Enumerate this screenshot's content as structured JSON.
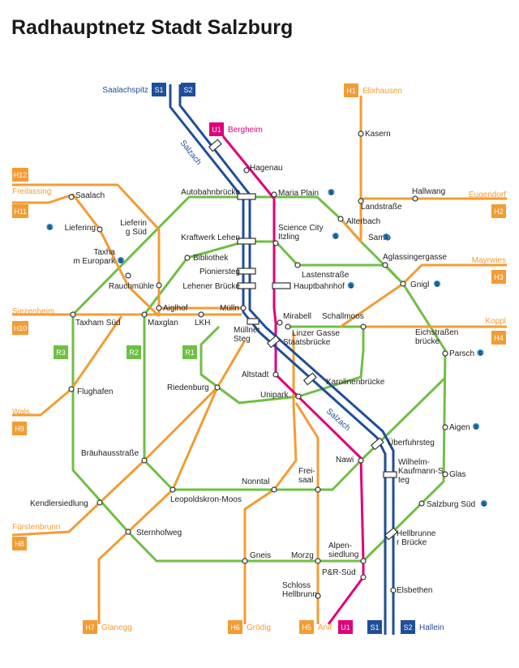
{
  "title": "Radhauptnetz Stadt Salzburg",
  "colors": {
    "green": "#6fbf44",
    "orange": "#f39c33",
    "magenta": "#e0007a",
    "blue": "#1f4e9a",
    "river": "#1f4e9a",
    "stop_fill": "#ffffff",
    "stop_stroke": "#333333",
    "station_icon": "#2a8fd0"
  },
  "icons": {
    "station": "s-bahn-station-icon"
  },
  "river": {
    "name": "Salzach"
  },
  "route_badges": [
    {
      "code": "S1",
      "label": "Saalachspitz",
      "kind": "blue"
    },
    {
      "code": "S2",
      "label": "",
      "kind": "blue"
    },
    {
      "code": "U1",
      "label": "Bergheim",
      "kind": "magenta"
    },
    {
      "code": "H1",
      "label": "Elixhausen",
      "kind": "orange"
    },
    {
      "code": "H2",
      "label": "Eugendorf",
      "kind": "orange"
    },
    {
      "code": "H3",
      "label": "Mayrwies",
      "kind": "orange"
    },
    {
      "code": "H4",
      "label": "Koppl",
      "kind": "orange"
    },
    {
      "code": "H12",
      "label": "Freilassing",
      "kind": "orange"
    },
    {
      "code": "H11",
      "label": "",
      "kind": "orange"
    },
    {
      "code": "H10",
      "label": "Siezenheim",
      "kind": "orange"
    },
    {
      "code": "H9",
      "label": "Wals",
      "kind": "orange"
    },
    {
      "code": "H8",
      "label": "Fürstenbrunn",
      "kind": "orange"
    },
    {
      "code": "H7",
      "label": "Glanegg",
      "kind": "orange"
    },
    {
      "code": "H6",
      "label": "Grödig",
      "kind": "orange"
    },
    {
      "code": "H5",
      "label": "Anif",
      "kind": "orange"
    },
    {
      "code": "U1",
      "label": "",
      "kind": "magenta"
    },
    {
      "code": "S1",
      "label": "",
      "kind": "blue"
    },
    {
      "code": "S2",
      "label": "Hallein",
      "kind": "blue"
    },
    {
      "code": "R1",
      "label": "",
      "kind": "green"
    },
    {
      "code": "R2",
      "label": "",
      "kind": "green"
    },
    {
      "code": "R3",
      "label": "",
      "kind": "green"
    }
  ],
  "stops": [
    "Kasern",
    "Hagenau",
    "Saalach",
    "Autobahnbrücke",
    "Maria Plain",
    "Hallwang",
    "Landstraße",
    "Alterbach",
    "Liefering",
    "Liefering Süd",
    "Kraftwerk Lehen",
    "Science City Itzling",
    "Sam",
    "Taxham Europark",
    "Bibliothek",
    "Pioniersteg",
    "Lastenstraße",
    "Aglassingergasse",
    "Rauchmühle",
    "Lehener Brücke",
    "Hauptbahnhof",
    "Gnigl",
    "Aiglhof",
    "Mülln",
    "Taxham Süd",
    "Maxglan",
    "LKH",
    "Mirabell",
    "Schallmoos",
    "Müllner Steg",
    "Linzer Gasse",
    "Staatsbrücke",
    "Eichstraßenbrücke",
    "Parsch",
    "Altstadt",
    "Karolinenbrücke",
    "Riedenburg",
    "Unipark",
    "Flughafen",
    "Aigen",
    "Überfuhrsteg",
    "Bräuhausstraße",
    "Nawi",
    "Wilhelm-Kaufmann-Steg",
    "Glas",
    "Nonntal",
    "Frei-saal",
    "Kendlersiedlung",
    "Leopoldskron-Moos",
    "Salzburg Süd",
    "Sternhofweg",
    "Hellbrunner Brücke",
    "Gneis",
    "Morzg",
    "Alpen-siedlung",
    "P&R-Süd",
    "Schloss Hellbrunn",
    "Elsbethen"
  ]
}
